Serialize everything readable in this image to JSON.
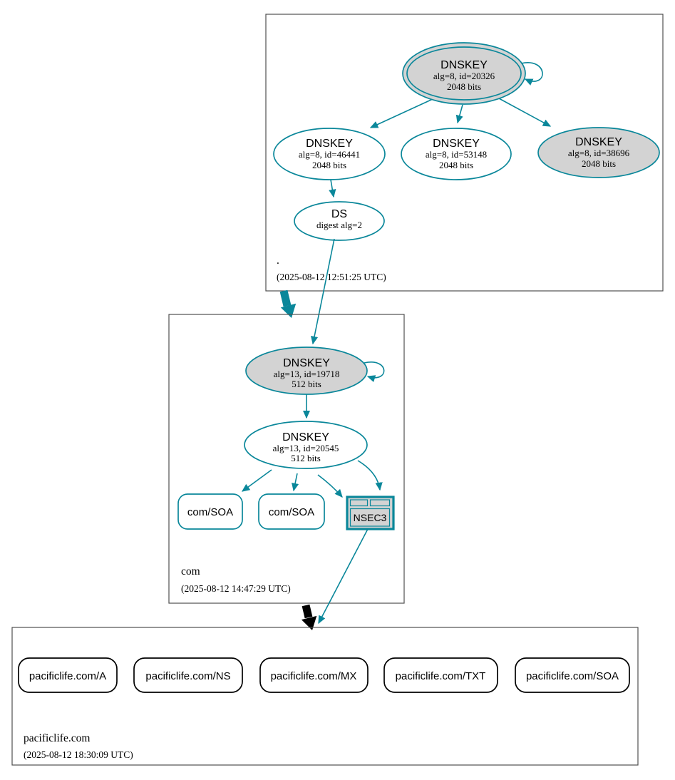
{
  "colors": {
    "secure": "#0a879a",
    "insecure": "#000000",
    "node_gray": "#d3d3d3",
    "zone_border": "#4f4f4f"
  },
  "zones": {
    "root": {
      "label": ".",
      "timestamp": "(2025-08-12 12:51:25 UTC)",
      "nodes": {
        "ksk20326": {
          "title": "DNSKEY",
          "detail": "alg=8, id=20326",
          "size": "2048 bits"
        },
        "key46441": {
          "title": "DNSKEY",
          "detail": "alg=8, id=46441",
          "size": "2048 bits"
        },
        "key53148": {
          "title": "DNSKEY",
          "detail": "alg=8, id=53148",
          "size": "2048 bits"
        },
        "key38696": {
          "title": "DNSKEY",
          "detail": "alg=8, id=38696",
          "size": "2048 bits"
        },
        "ds": {
          "title": "DS",
          "detail": "digest alg=2"
        }
      }
    },
    "com": {
      "label": "com",
      "timestamp": "(2025-08-12 14:47:29 UTC)",
      "nodes": {
        "ksk19718": {
          "title": "DNSKEY",
          "detail": "alg=13, id=19718",
          "size": "512 bits"
        },
        "zsk20545": {
          "title": "DNSKEY",
          "detail": "alg=13, id=20545",
          "size": "512 bits"
        },
        "soa1": {
          "label": "com/SOA"
        },
        "soa2": {
          "label": "com/SOA"
        },
        "nsec3": {
          "label": "NSEC3"
        }
      }
    },
    "pacificlife": {
      "label": "pacificlife.com",
      "timestamp": "(2025-08-12 18:30:09 UTC)",
      "nodes": {
        "a": {
          "label": "pacificlife.com/A"
        },
        "ns": {
          "label": "pacificlife.com/NS"
        },
        "mx": {
          "label": "pacificlife.com/MX"
        },
        "txt": {
          "label": "pacificlife.com/TXT"
        },
        "soa": {
          "label": "pacificlife.com/SOA"
        }
      }
    }
  }
}
